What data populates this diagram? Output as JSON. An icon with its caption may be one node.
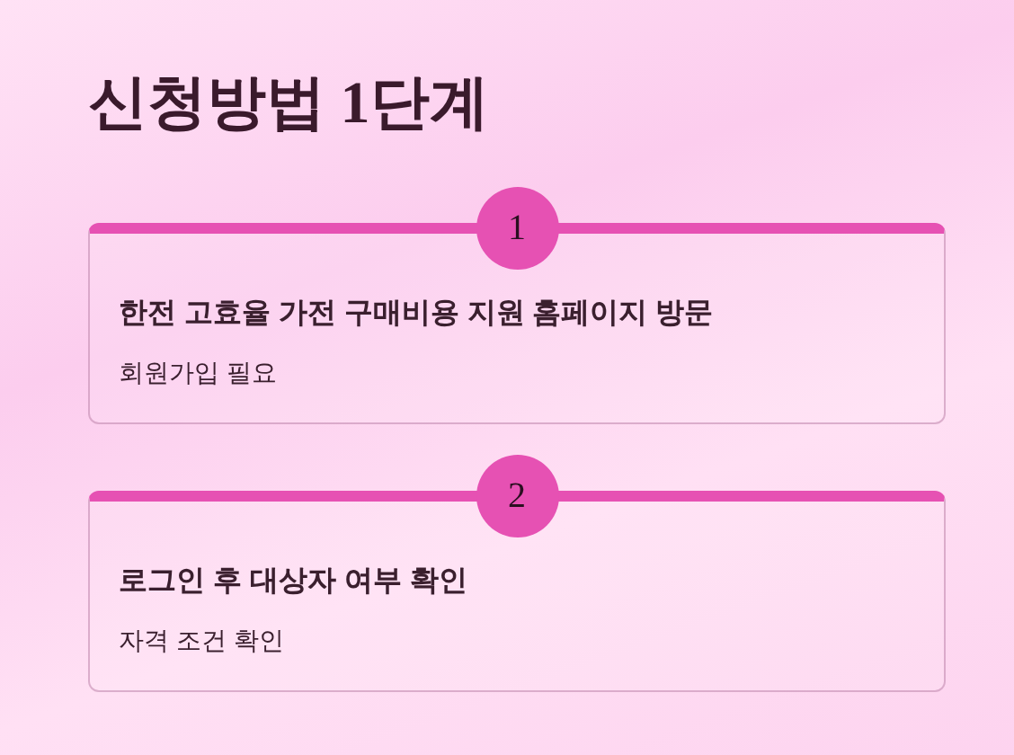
{
  "diagram": {
    "title": "신청방법 1단계",
    "nodes": [
      {
        "text": [
          "1",
          "한전 고효율 가전 구매비용 지원 홈페이지 방문",
          "회원가입 필요"
        ]
      },
      {
        "text": [
          "2",
          "로그인 후 대상자 여부 확인",
          "자격 조건 확인"
        ]
      }
    ]
  }
}
